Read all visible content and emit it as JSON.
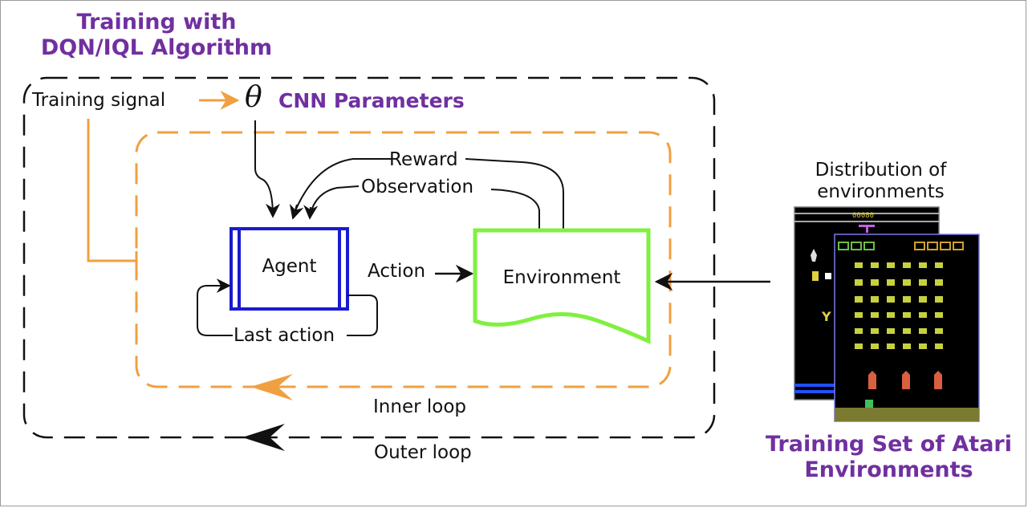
{
  "titles": {
    "training_line1": "Training with",
    "training_line2": "DQN/IQL Algorithm",
    "set_line1": "Training Set of Atari",
    "set_line2": "Environments"
  },
  "labels": {
    "training_signal": "Training signal",
    "theta": "θ",
    "cnn_parameters": "CNN Parameters",
    "reward": "Reward",
    "observation": "Observation",
    "agent": "Agent",
    "action": "Action",
    "environment": "Environment",
    "last_action": "Last action",
    "inner_loop": "Inner loop",
    "outer_loop": "Outer loop",
    "distribution_line1": "Distribution of",
    "distribution_line2": "environments"
  },
  "game": {
    "score": "00080"
  },
  "colors": {
    "title": "#7030a0",
    "inner_loop": "#f0a040",
    "agent_border": "#1a1ad0",
    "environment_border": "#80f040",
    "line": "#111111"
  },
  "icons": {
    "inner_loop_arrow": "chevron-left-icon",
    "outer_loop_arrow": "chevron-left-icon"
  }
}
